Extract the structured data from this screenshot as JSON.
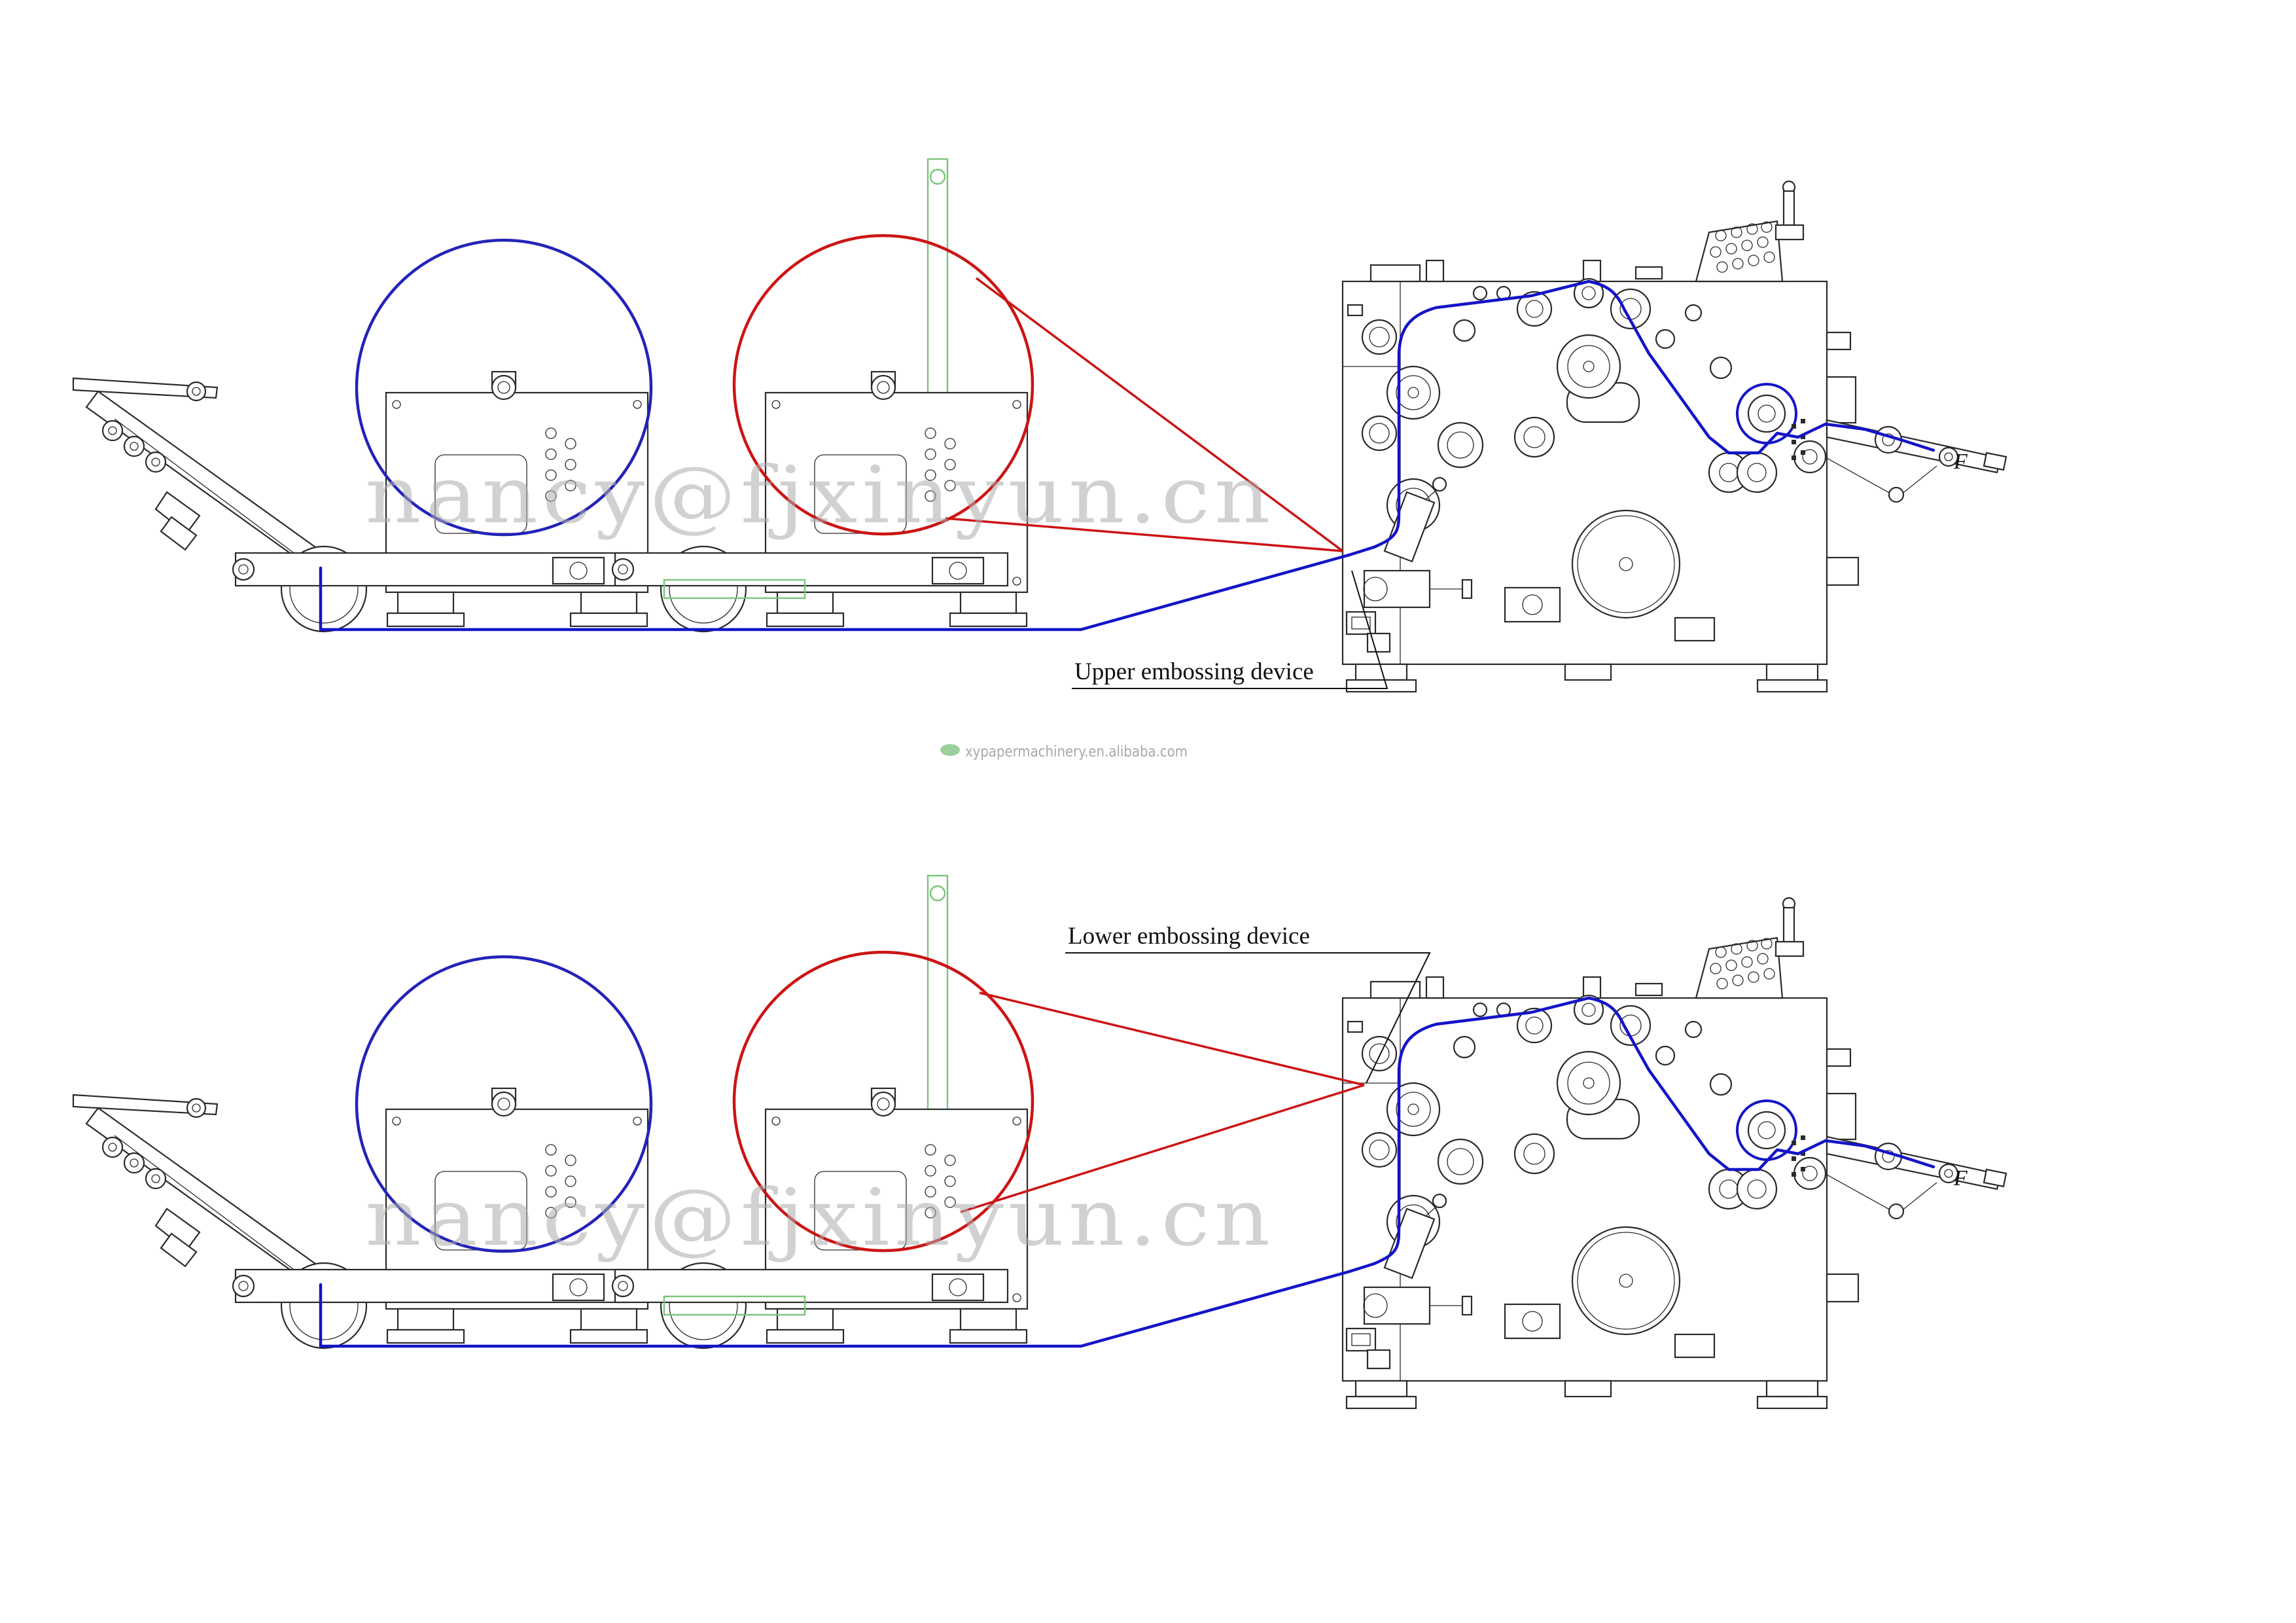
{
  "page": {
    "background": "#ffffff"
  },
  "colors": {
    "line": "#2a2a2a",
    "roll_blue": "#2323b8",
    "roll_red": "#cc1414",
    "web_blue": "#1414c8",
    "leader_red": "#cc1414",
    "accent_green": "#79c479",
    "watermark_gray": "#adadad",
    "label_black": "#111111"
  },
  "diagrams": [
    {
      "id": "upper",
      "label": "Upper embossing device"
    },
    {
      "id": "lower",
      "label": "Lower embossing device"
    }
  ],
  "watermark": {
    "email": "nancy@fjxinyun.cn",
    "store": "xypapermachinery.en.alibaba.com"
  },
  "annotations": {
    "arm_letter": "F"
  }
}
